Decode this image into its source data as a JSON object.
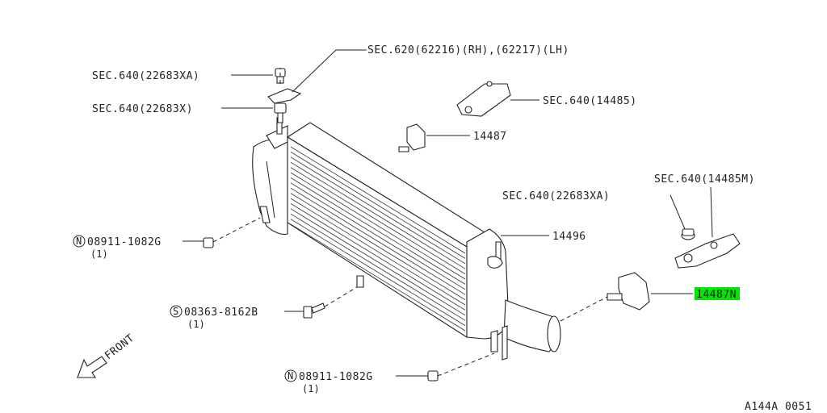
{
  "diagram": {
    "labels": {
      "sec620": "SEC.620(62216)(RH),(62217)(LH)",
      "sec640_xa_top": "SEC.640(22683XA)",
      "sec640_x": "SEC.640(22683X)",
      "sec640_14485": "SEC.640(14485)",
      "p14487_top": "14487",
      "sec640_14485m": "SEC.640(14485M)",
      "sec640_xa_mid": "SEC.640(22683XA)",
      "p14496": "14496",
      "p14487n": "14487N",
      "n_nut_top": "08911-1082G",
      "n_nut_top_qty": "(1)",
      "s_bolt": "08363-8162B",
      "s_bolt_qty": "(1)",
      "n_nut_bottom": "08911-1082G",
      "n_nut_bottom_qty": "(1)",
      "front": "FRONT",
      "figure_id": "A144A 0051"
    },
    "symbols": {
      "n": "N",
      "s": "S"
    },
    "highlight": {
      "part": "14487N",
      "color": "#00e600"
    }
  }
}
